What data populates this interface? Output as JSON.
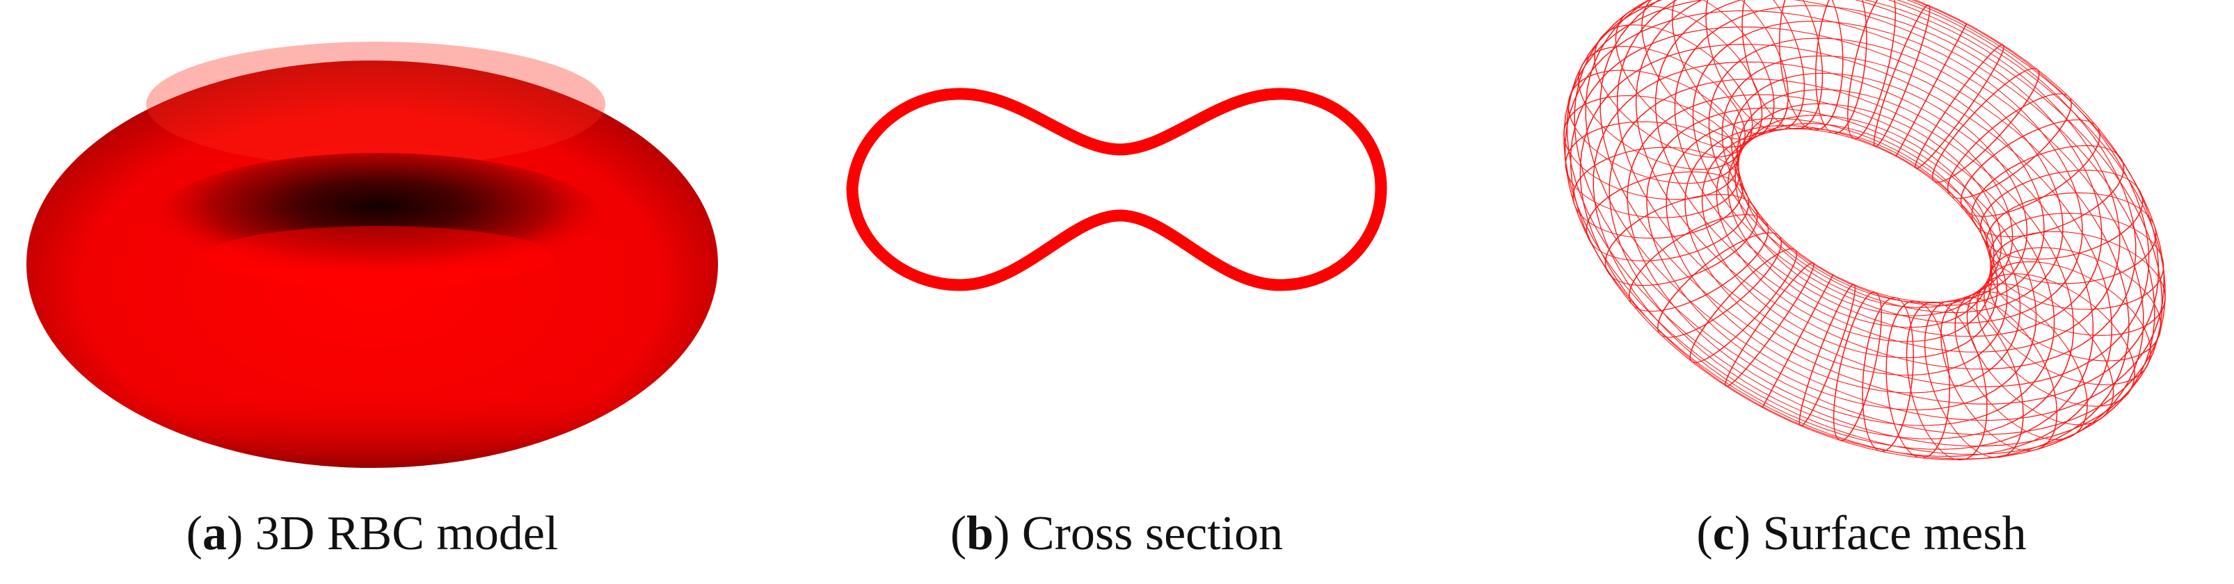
{
  "colors": {
    "rbc_red": "#ff0000",
    "rbc_dark": "#3a0000",
    "mesh_red": "#ff1a1a",
    "background": "#ffffff",
    "caption_text": "#111111"
  },
  "panels": [
    {
      "letter": "a",
      "open_paren": "(",
      "close_paren": ")",
      "label": " 3D RBC model",
      "content": "shaded-3d-torus"
    },
    {
      "letter": "b",
      "open_paren": "(",
      "close_paren": ")",
      "label": " Cross section",
      "content": "biconcave-outline"
    },
    {
      "letter": "c",
      "open_paren": "(",
      "close_paren": ")",
      "label": " Surface mesh",
      "content": "wireframe-mesh"
    }
  ]
}
